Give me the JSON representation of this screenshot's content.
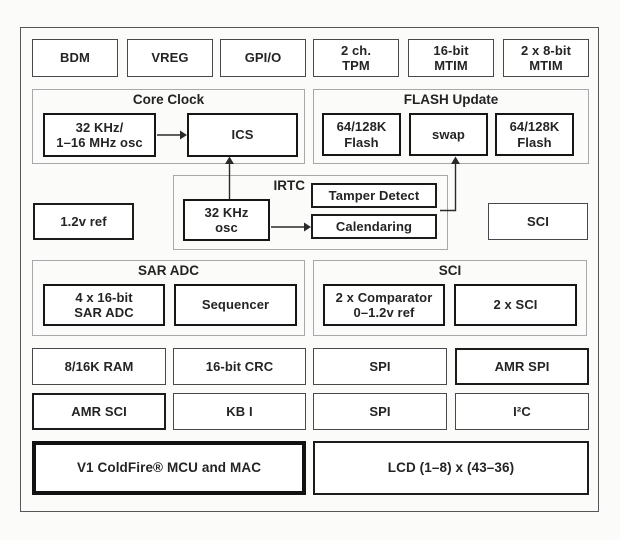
{
  "colors": {
    "ink": "#1b1b1b",
    "group_border": "#a6a8ab",
    "background": "#fbfbfa"
  },
  "blocks": {
    "top_row": [
      {
        "label": "BDM"
      },
      {
        "label": "VREG"
      },
      {
        "label": "GPI/O"
      },
      {
        "label": "2 ch.\nTPM"
      },
      {
        "label": "16-bit\nMTIM"
      },
      {
        "label": "2 x 8-bit\nMTIM"
      }
    ],
    "core_clock": {
      "title": "Core Clock",
      "osc": "32 KHz/\n1–16 MHz osc",
      "ics": "ICS"
    },
    "flash_update": {
      "title": "FLASH Update",
      "flash_left": "64/128K\nFlash",
      "swap": "swap",
      "flash_right": "64/128K\nFlash"
    },
    "irtc": {
      "title": "IRTC",
      "osc": "32 KHz\nosc",
      "tamper_detect": "Tamper Detect",
      "calendaring": "Calendaring"
    },
    "vref": "1.2v ref",
    "sci_single": "SCI",
    "sar_adc": {
      "title": "SAR ADC",
      "adc": "4 x 16-bit\nSAR ADC",
      "sequencer": "Sequencer"
    },
    "sci_group": {
      "title": "SCI",
      "comparator": "2 x Comparator\n0–1.2v ref",
      "dual_sci": "2 x SCI"
    },
    "row5": [
      {
        "label": "8/16K RAM"
      },
      {
        "label": "16-bit CRC"
      },
      {
        "label": "SPI"
      },
      {
        "label": "AMR SPI"
      }
    ],
    "row6": [
      {
        "label": "AMR SCI"
      },
      {
        "label": "KB I"
      },
      {
        "label": "SPI"
      },
      {
        "label": "I²C"
      }
    ],
    "bottom": {
      "cpu": "V1 ColdFire® MCU and MAC",
      "lcd": "LCD (1–8) x (43–36)"
    }
  }
}
